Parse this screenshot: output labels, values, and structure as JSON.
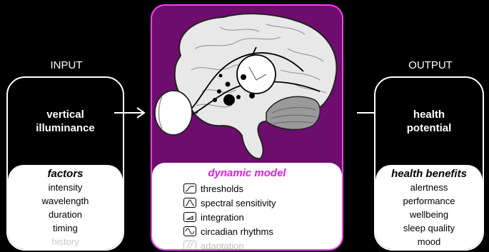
{
  "input": {
    "heading": "INPUT",
    "main_line1": "vertical",
    "main_line2": "illuminance",
    "factors_title": "factors",
    "factors": [
      "intensity",
      "wavelength",
      "duration",
      "timing",
      "history"
    ]
  },
  "model": {
    "title": "dynamic model",
    "items": [
      {
        "label": "thresholds",
        "icon": "threshold-curve-icon"
      },
      {
        "label": "spectral sensitivity",
        "icon": "spectral-peak-icon"
      },
      {
        "label": "integration",
        "icon": "integration-ramp-icon"
      },
      {
        "label": "circadian rhythms",
        "icon": "sine-wave-icon"
      },
      {
        "label": "adaptation",
        "icon": "adaptation-curve-icon"
      }
    ]
  },
  "output": {
    "heading": "OUTPUT",
    "main_line1": "health",
    "main_line2": "potential",
    "benefits_title": "health benefits",
    "benefits": [
      "alertness",
      "performance",
      "wellbeing",
      "sleep quality",
      "mood"
    ]
  },
  "colors": {
    "center_fill": "#6e0d6e",
    "center_border": "#ff3cff",
    "model_title": "#e01ee0",
    "muted_text": "#c8c8c8"
  }
}
